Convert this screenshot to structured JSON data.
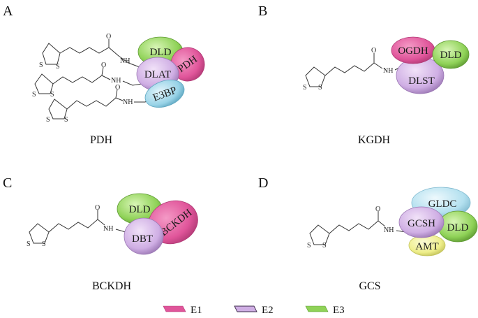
{
  "panels": [
    {
      "letter": "A",
      "caption": "PDH",
      "enzymes": [
        "DLD",
        "PDH",
        "DLAT",
        "E3BP"
      ]
    },
    {
      "letter": "B",
      "caption": "KGDH",
      "enzymes": [
        "OGDH",
        "DLD",
        "DLST"
      ]
    },
    {
      "letter": "C",
      "caption": "BCKDH",
      "enzymes": [
        "DLD",
        "BCKDH",
        "DBT"
      ]
    },
    {
      "letter": "D",
      "caption": "GCS",
      "enzymes": [
        "GLDC",
        "GCSH",
        "DLD",
        "AMT"
      ]
    }
  ],
  "atoms": {
    "sulfur": "S",
    "oxygen": "O",
    "amide": "NH"
  },
  "legend": [
    {
      "label": "E1",
      "color": "#e0559a"
    },
    {
      "label": "E2",
      "color": "#c9a3e0"
    },
    {
      "label": "E3",
      "color": "#8fd257"
    }
  ],
  "colors": {
    "E1": "#e0559a",
    "E2": "#c9a3e0",
    "E3": "#8fd257",
    "E3BP": "#92cfe3",
    "GLDC": "#a9dcec",
    "AMT": "#eeee8a"
  }
}
